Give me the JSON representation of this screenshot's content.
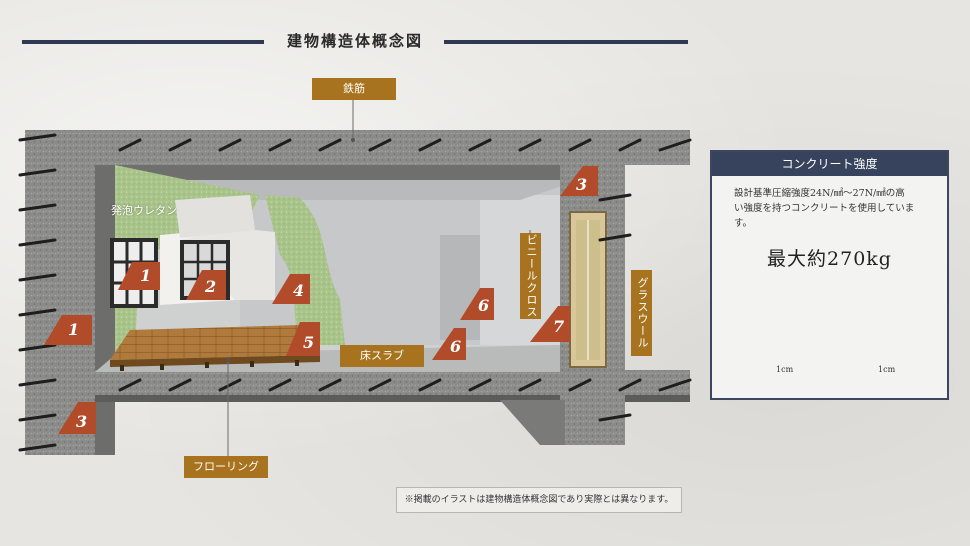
{
  "title": "建物構造体概念図",
  "labels": {
    "rebar": "鉄筋",
    "urethane": "発泡ウレタン",
    "vinyl_cloth": "ビニールクロス",
    "glass_wool": "グラスウール",
    "floor_slab": "床スラブ",
    "flooring": "フローリング"
  },
  "markers": [
    "1",
    "2",
    "3",
    "4",
    "5",
    "6",
    "7"
  ],
  "concrete_strength": {
    "heading": "コンクリート強度",
    "description_line1": "設計基準圧縮強度24N/㎟～27N/㎟の高",
    "description_line2": "い強度を持つコンクリートを使用しています。",
    "value": "最大約270kg",
    "dim_left": "1cm",
    "dim_right": "1cm"
  },
  "note": "※掲載のイラストは建物構造体概念図であり実際とは異なります。",
  "colors": {
    "navy": "#37425c",
    "label_gold": "#a8731e",
    "marker_red": "#b24b2a",
    "urethane_green": "#a9c48a",
    "concrete": "#8a8a88"
  }
}
